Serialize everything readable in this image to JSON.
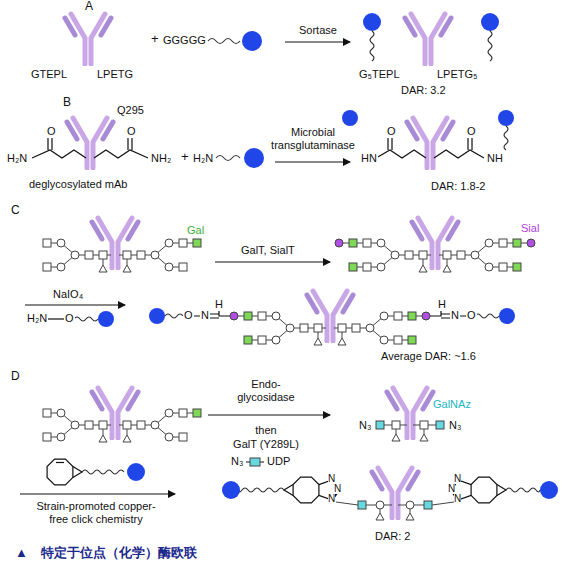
{
  "diagram": {
    "caption": "特定于位点（化学）酶欧联",
    "labels": [
      "A",
      "GTEPL",
      "LPETG",
      "+",
      "GGGGG",
      "Sortase",
      "G₅TEPL",
      "LPETG₅",
      "DAR: 3.2",
      "B",
      "Q295",
      "O",
      "H₂N",
      "O",
      "NH₂",
      "deglycosylated mAb",
      "+",
      "H₂N",
      "Microbial transglutaminase",
      "O",
      "HN",
      "O",
      "NH",
      "DAR: 1.8-2",
      "C",
      "Gal",
      "GalT, SialT",
      "Sial",
      "NaIO₄",
      "H₂N",
      "O",
      "H",
      "N",
      "O",
      "H",
      "N",
      "O",
      "Average DAR: ~1.6",
      "D",
      "Endo- glycosidase",
      "then",
      "GalT (Y289L)",
      "N₃",
      "UDP",
      "GalNAz",
      "N₃",
      "N₃",
      "Strain-promoted copper-free click chemistry",
      "N",
      "N",
      "N",
      "N",
      "N",
      "N",
      "DAR: 2",
      "▲"
    ]
  }
}
